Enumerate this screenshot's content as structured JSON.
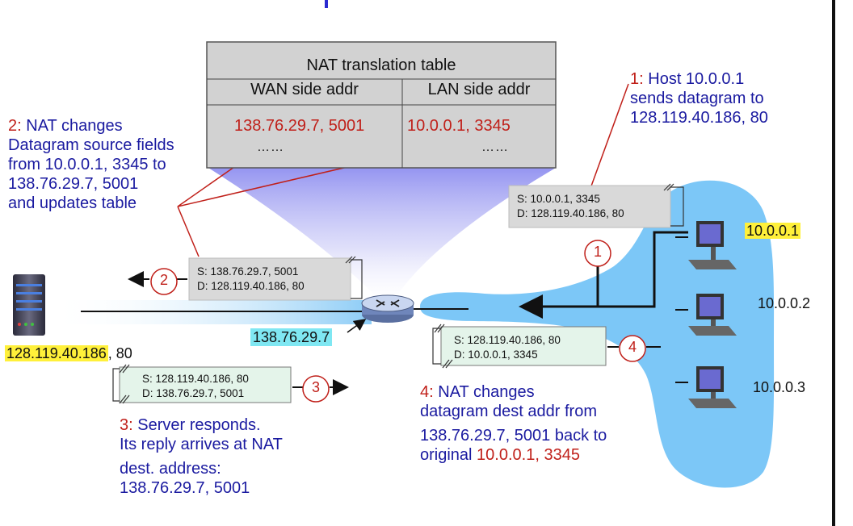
{
  "nat_table": {
    "title": "NAT translation table",
    "col_wan": "WAN side addr",
    "col_lan": "LAN side addr",
    "wan_value": "138.76.29.7, 5001",
    "lan_value": "10.0.0.1, 3345",
    "wan_more": "……",
    "lan_more": "……"
  },
  "step1": {
    "num": "1:",
    "line1": "Host 10.0.0.1",
    "line2": "sends datagram to",
    "line3": "128.119.40.186, 80",
    "circle": "1"
  },
  "step2": {
    "num": "2:",
    "line1": "NAT changes",
    "line2": "Datagram source fields",
    "line3": "from 10.0.0.1, 3345 to",
    "line4": "138.76.29.7, 5001",
    "line5": "and updates table",
    "circle": "2"
  },
  "step3": {
    "num": "3:",
    "line1": "Server responds.",
    "line2": "Its reply arrives at NAT",
    "line3": "dest. address:",
    "line4": "138.76.29.7, 5001",
    "circle": "3"
  },
  "step4": {
    "num": "4:",
    "line1": "NAT changes",
    "line2": "datagram dest addr from",
    "line3": "138.76.29.7, 5001 back to",
    "line4_prefix": "original ",
    "line4_addr": "10.0.0.1, 3345",
    "circle": "4"
  },
  "packets": {
    "p1": {
      "src": "S: 10.0.0.1, 3345",
      "dst": "D: 128.119.40.186, 80"
    },
    "p2": {
      "src": "S: 138.76.29.7, 5001",
      "dst": "D: 128.119.40.186, 80"
    },
    "p3": {
      "src": "S: 128.119.40.186, 80",
      "dst": "D: 138.76.29.7, 5001"
    },
    "p4": {
      "src": "S: 128.119.40.186, 80",
      "dst": "D: 10.0.0.1, 3345"
    }
  },
  "addresses": {
    "server_ip": "128.119.40.186",
    "server_port": ", 80",
    "nat_wan_ip": "138.76.29.7",
    "host1": "10.0.0.1",
    "host2": "10.0.0.2",
    "host3": "10.0.0.3"
  },
  "colors": {
    "note_blue": "#1a1aa0",
    "step_red": "#c0201a",
    "lan_blue": "#6ec3ff",
    "packet_gray": "#d9d9d9",
    "packet_green": "#e4f4ea"
  }
}
